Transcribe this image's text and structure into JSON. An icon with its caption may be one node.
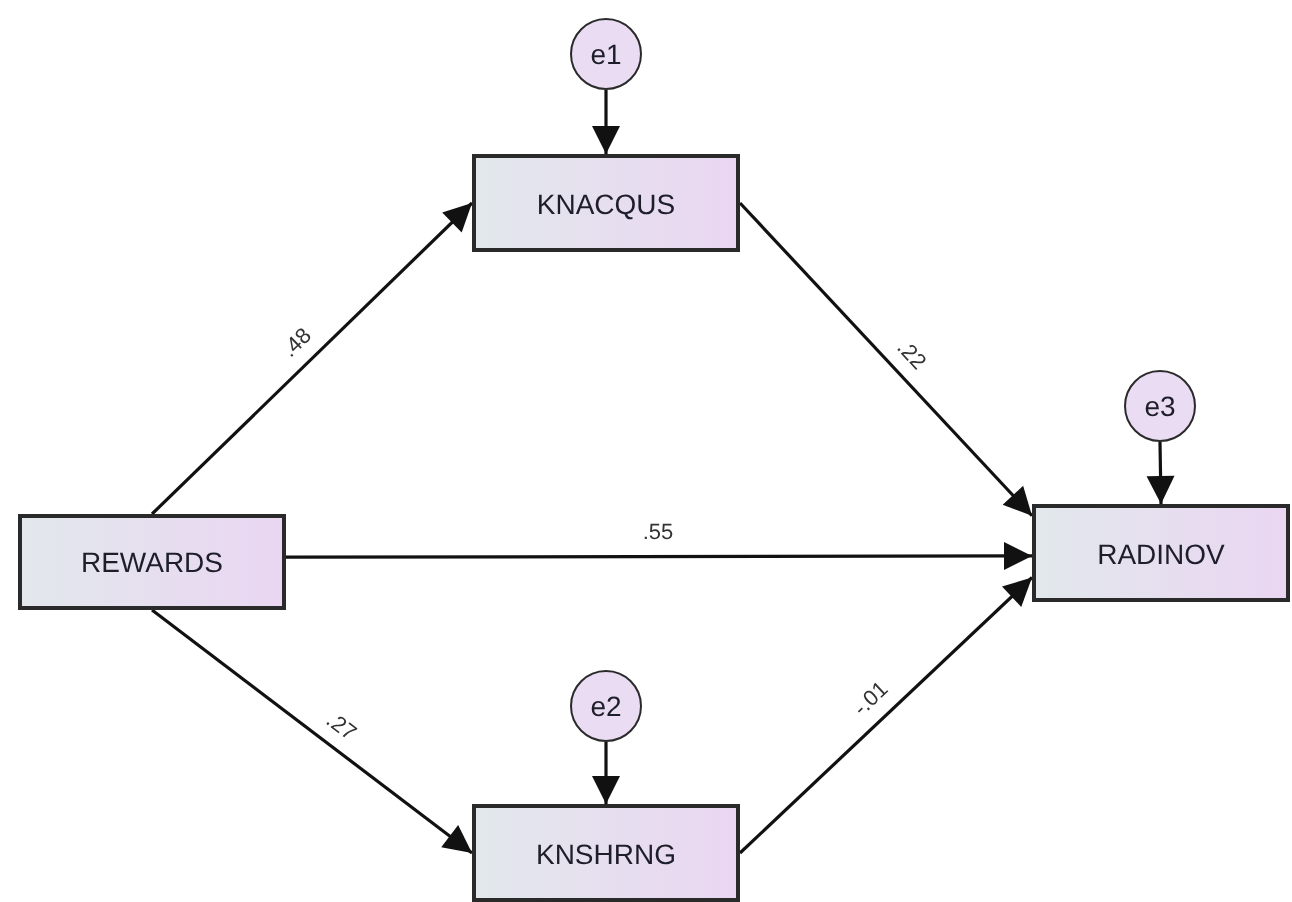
{
  "diagram": {
    "nodes": [
      {
        "text": [
          "e1"
        ]
      },
      {
        "text": [
          "KNACQUS"
        ]
      },
      {
        "text": [
          "e3"
        ]
      },
      {
        "text": [
          "REWARDS"
        ]
      },
      {
        "text": [
          "RADINOV"
        ]
      },
      {
        "text": [
          "e2"
        ]
      },
      {
        "text": [
          "KNSHRNG"
        ]
      }
    ],
    "edges": [
      {
        "from": 0,
        "to": 1,
        "arrow": "to"
      },
      {
        "from": 2,
        "to": 4,
        "arrow": "to"
      },
      {
        "from": 5,
        "to": 6,
        "arrow": "to"
      },
      {
        "from": 3,
        "to": 1,
        "arrow": "to",
        "label": ".48"
      },
      {
        "from": 1,
        "to": 4,
        "arrow": "to",
        "label": ".22"
      },
      {
        "from": 3,
        "to": 4,
        "arrow": "to",
        "label": ".55"
      },
      {
        "from": 3,
        "to": 6,
        "arrow": "to",
        "label": ".27"
      },
      {
        "from": 6,
        "to": 4,
        "arrow": "to",
        "label": "-.01"
      }
    ]
  }
}
